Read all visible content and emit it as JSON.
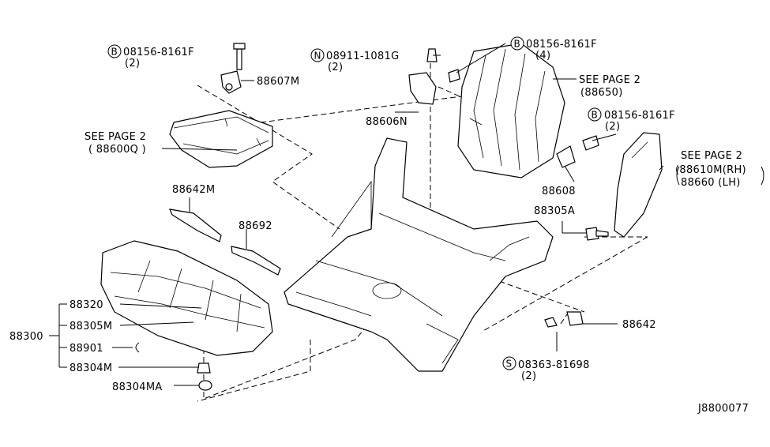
{
  "diagram_id": "J8800077",
  "callouts": {
    "c1": {
      "prefix": "B",
      "part": "08156-8161F",
      "qty": "(2)"
    },
    "c2": {
      "prefix": "N",
      "part": "08911-1081G",
      "qty": "(2)"
    },
    "c3": {
      "prefix": "B",
      "part": "08156-8161F",
      "qty": "(4)"
    },
    "c4": {
      "prefix": "B",
      "part": "08156-8161F",
      "qty": "(2)"
    },
    "c5": {
      "prefix": "S",
      "part": "08363-81698",
      "qty": "(2)"
    }
  },
  "parts": {
    "p88607M": "88607M",
    "p88606N": "88606N",
    "p88642M": "88642M",
    "p88692": "88692",
    "p88608": "88608",
    "p88305A": "88305A",
    "p88642": "88642",
    "p88304MA": "88304MA"
  },
  "see_page": {
    "cushion": {
      "text": "SEE PAGE 2",
      "ref": "( 88600Q )"
    },
    "back": {
      "text": "SEE PAGE 2",
      "ref": "(88650)"
    },
    "side": {
      "text": "SEE PAGE 2",
      "ref_rh": "(88610M(RH)",
      "ref_lh": "88660 (LH)"
    }
  },
  "assembly": {
    "root": "88300",
    "children": [
      "88320",
      "88305M",
      "88901",
      "88304M"
    ]
  }
}
